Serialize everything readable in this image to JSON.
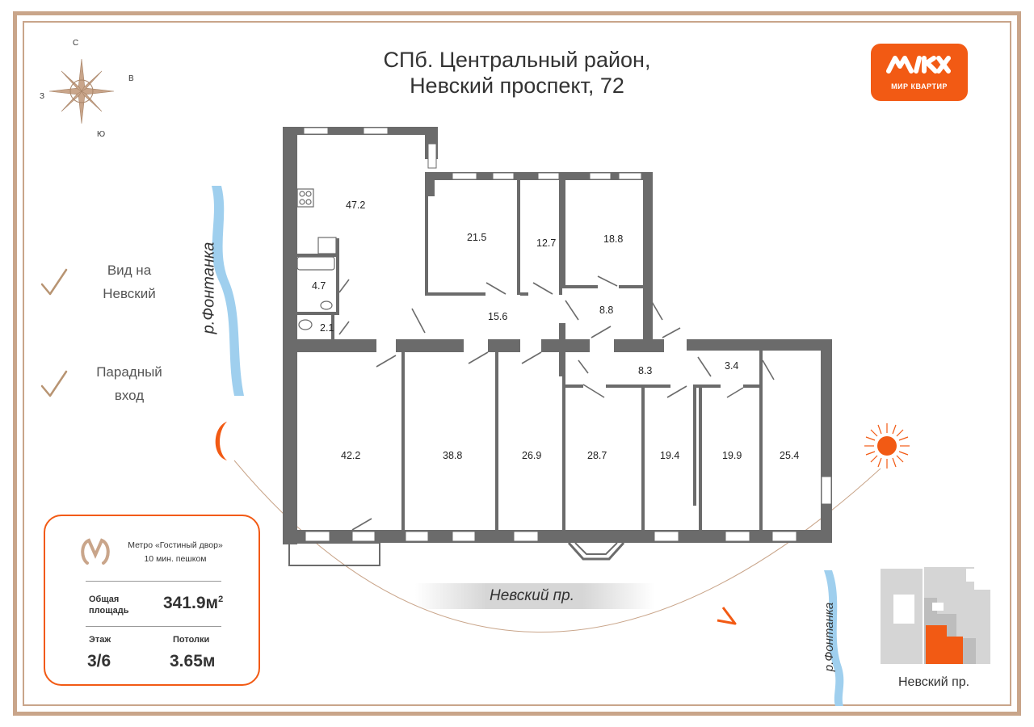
{
  "title": {
    "line1": "СПб. Центральный район,",
    "line2": "Невский проспект, 72"
  },
  "logo": {
    "text": "МИР КВАРТИР",
    "color": "#f25a14"
  },
  "compass": {
    "north": "С",
    "east": "В",
    "south": "Ю",
    "west": "З"
  },
  "features": [
    {
      "line1": "Вид на",
      "line2": "Невский"
    },
    {
      "line1": "Парадный",
      "line2": "вход"
    }
  ],
  "river": {
    "label": "р.Фонтанка",
    "mini_label": "р.Фонтанка"
  },
  "street": {
    "label": "Невский пр.",
    "mini_label": "Невский пр."
  },
  "rooms": {
    "r47_2": "47.2",
    "r21_5": "21.5",
    "r12_7": "12.7",
    "r18_8": "18.8",
    "r4_7": "4.7",
    "r2_1": "2.1",
    "r15_6": "15.6",
    "r8_8": "8.8",
    "r8_3": "8.3",
    "r3_4": "3.4",
    "r42_2": "42.2",
    "r38_8": "38.8",
    "r26_9": "26.9",
    "r28_7": "28.7",
    "r19_4": "19.4",
    "r19_9": "19.9",
    "r25_4": "25.4"
  },
  "info": {
    "metro_line1": "Метро «Гостиный двор»",
    "metro_line2": "10 мин. пешком",
    "area_label_1": "Общая",
    "area_label_2": "площадь",
    "area_value": "341.9м",
    "area_sup": "2",
    "floor_label": "Этаж",
    "floor_value": "3/6",
    "ceiling_label": "Потолки",
    "ceiling_value": "3.65м"
  },
  "colors": {
    "accent": "#f25a14",
    "frame": "#c9a58a",
    "wall": "#6b6b6b",
    "river": "#9fcfee"
  }
}
